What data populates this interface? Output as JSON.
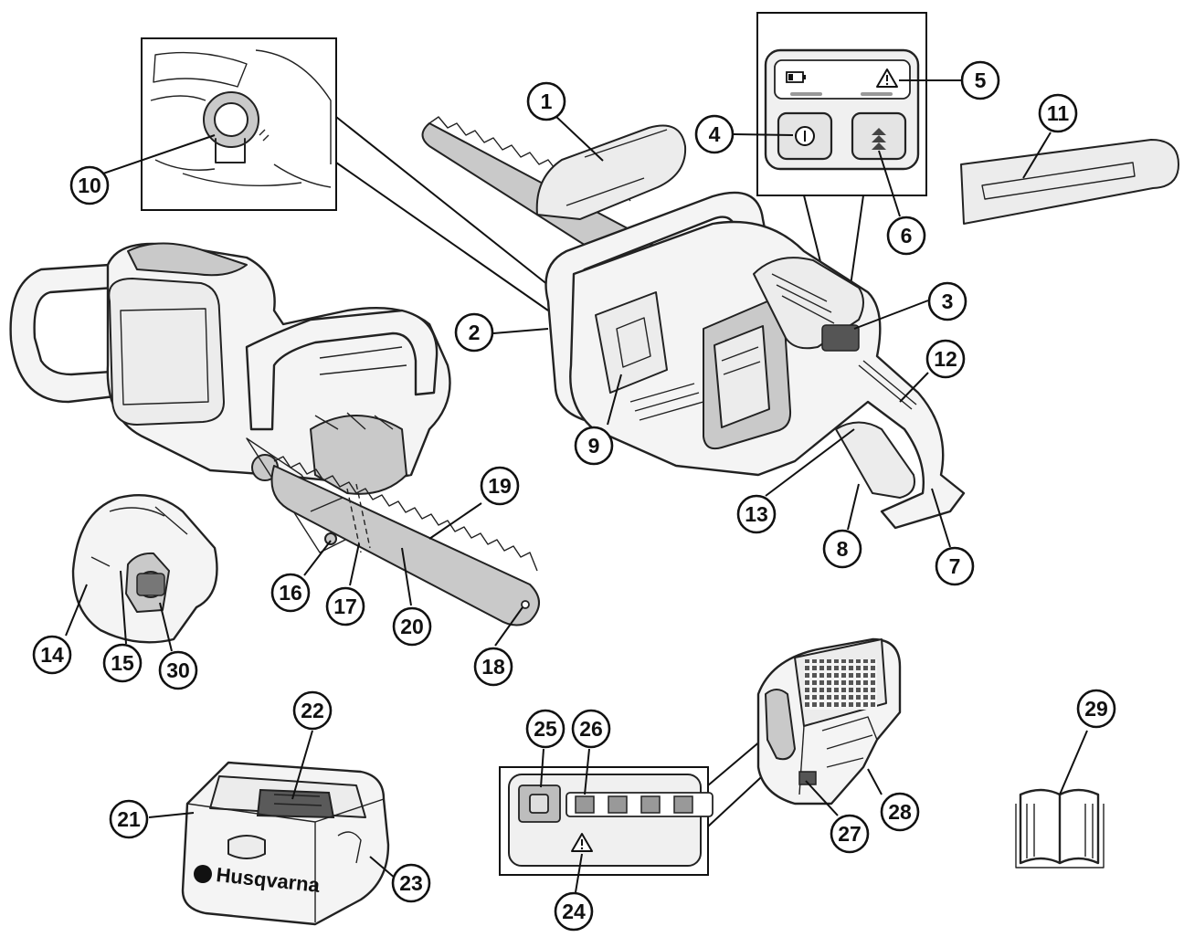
{
  "callouts": [
    {
      "id": "1",
      "label": "1"
    },
    {
      "id": "2",
      "label": "2"
    },
    {
      "id": "3",
      "label": "3"
    },
    {
      "id": "4",
      "label": "4"
    },
    {
      "id": "5",
      "label": "5"
    },
    {
      "id": "6",
      "label": "6"
    },
    {
      "id": "7",
      "label": "7"
    },
    {
      "id": "8",
      "label": "8"
    },
    {
      "id": "9",
      "label": "9"
    },
    {
      "id": "10",
      "label": "10"
    },
    {
      "id": "11",
      "label": "11"
    },
    {
      "id": "12",
      "label": "12"
    },
    {
      "id": "13",
      "label": "13"
    },
    {
      "id": "14",
      "label": "14"
    },
    {
      "id": "15",
      "label": "15"
    },
    {
      "id": "16",
      "label": "16"
    },
    {
      "id": "17",
      "label": "17"
    },
    {
      "id": "18",
      "label": "18"
    },
    {
      "id": "19",
      "label": "19"
    },
    {
      "id": "20",
      "label": "20"
    },
    {
      "id": "21",
      "label": "21"
    },
    {
      "id": "22",
      "label": "22"
    },
    {
      "id": "23",
      "label": "23"
    },
    {
      "id": "24",
      "label": "24"
    },
    {
      "id": "25",
      "label": "25"
    },
    {
      "id": "26",
      "label": "26"
    },
    {
      "id": "27",
      "label": "27"
    },
    {
      "id": "28",
      "label": "28"
    },
    {
      "id": "29",
      "label": "29"
    },
    {
      "id": "30",
      "label": "30"
    }
  ],
  "charger": {
    "brand": "Husqvarna"
  },
  "icons": {
    "battery": "battery-icon",
    "warning": "warning-triangle-icon",
    "power": "power-button-icon",
    "savE": "chevron-up-icon",
    "manual": "open-book-icon"
  }
}
